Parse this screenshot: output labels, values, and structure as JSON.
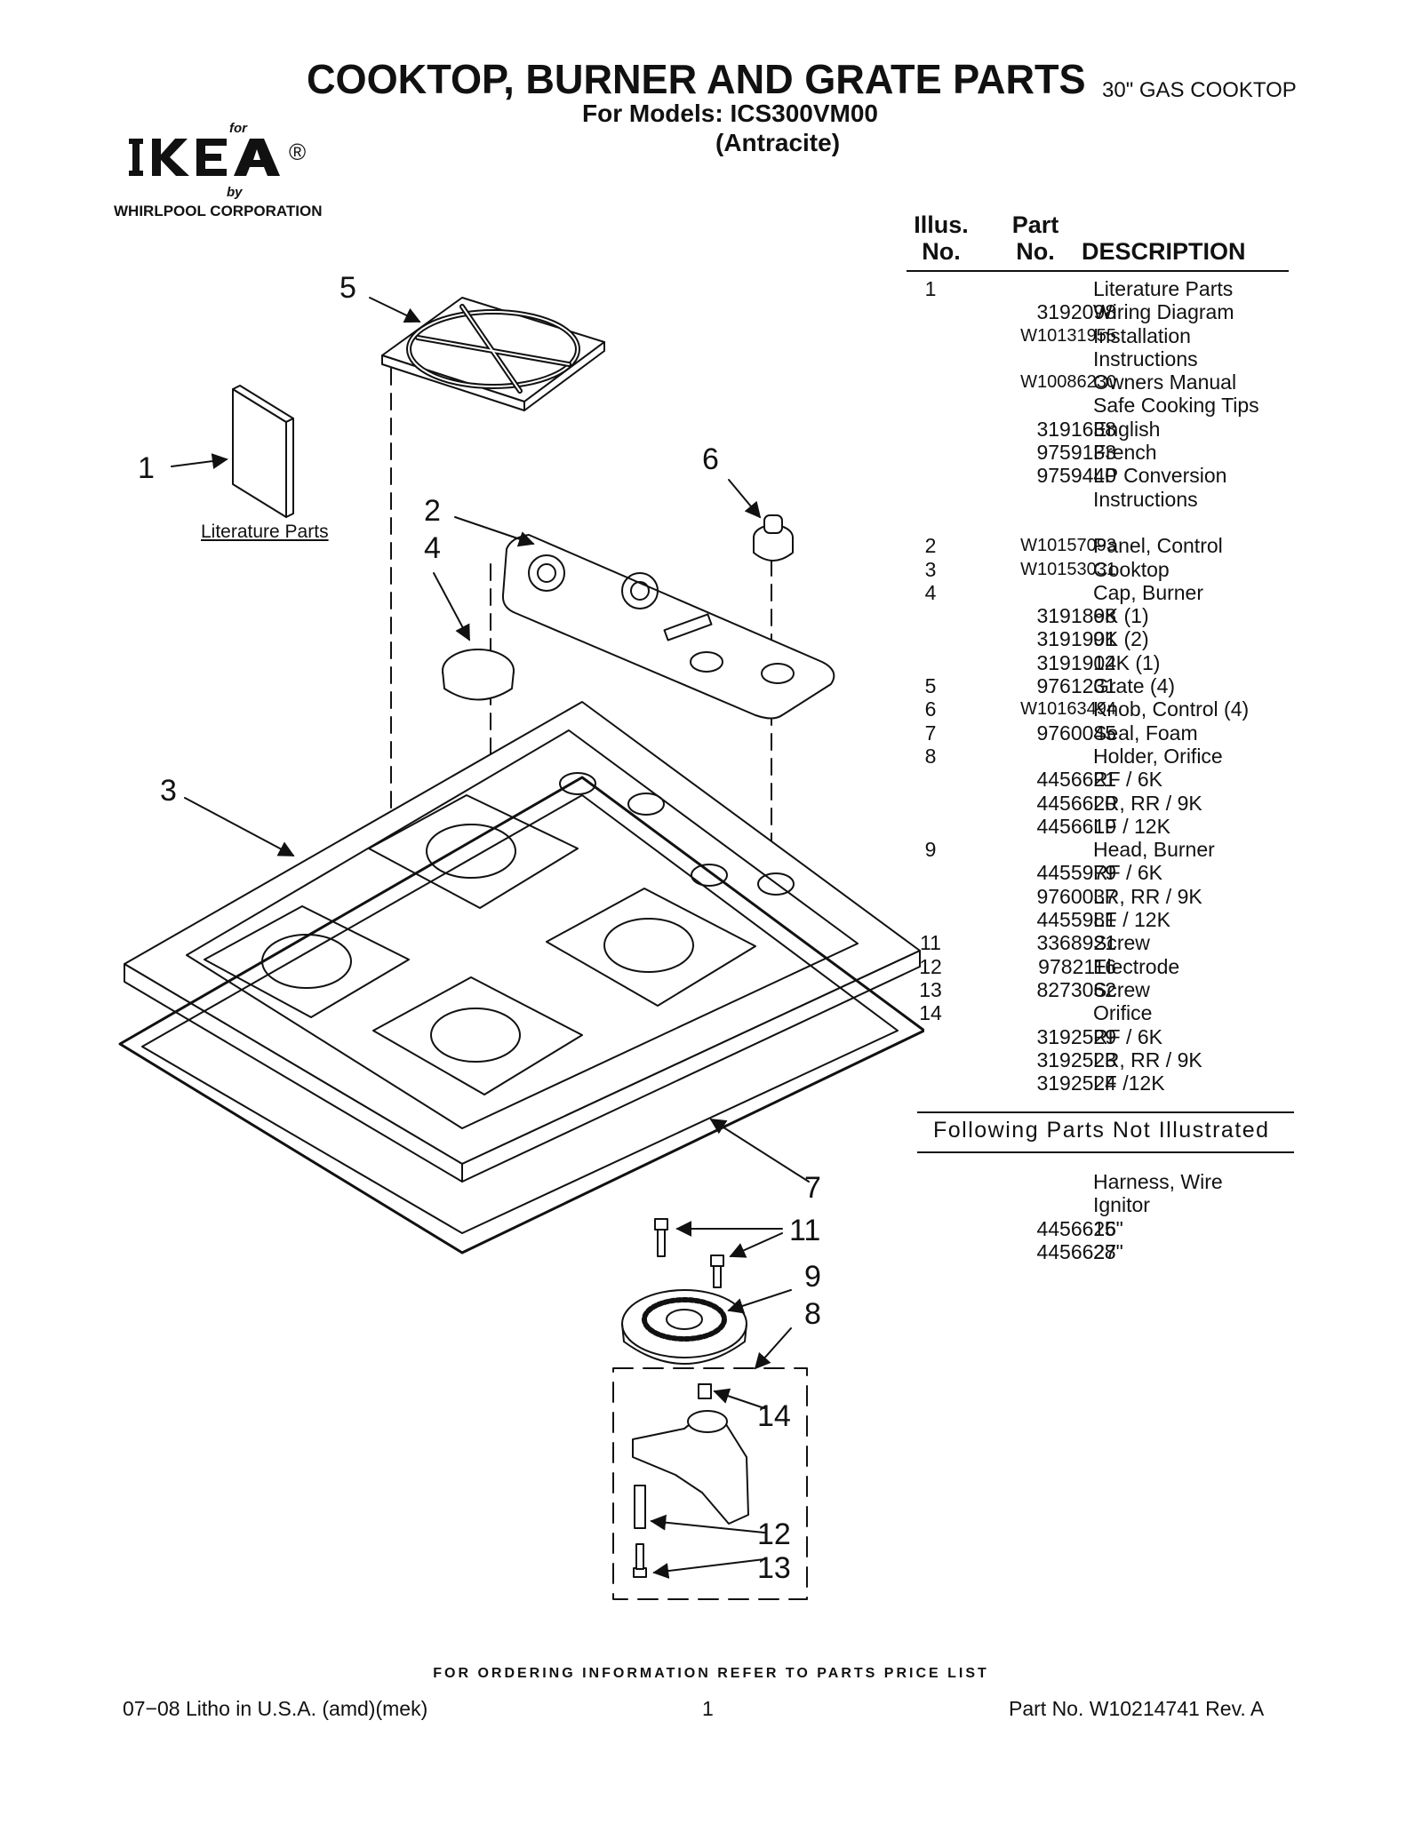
{
  "header": {
    "title": "COOKTOP, BURNER AND GRATE PARTS",
    "subtitle": "30\" GAS COOKTOP",
    "models": "For Models: ICS300VM00",
    "color": "(Antracite)"
  },
  "brand": {
    "for": "for",
    "logo": "IKEA",
    "registered": "®",
    "by": "by",
    "maker": "WHIRLPOOL  CORPORATION"
  },
  "table_header": {
    "illus": "Illus.\nNo.",
    "part": "Part\nNo.",
    "description": "DESCRIPTION"
  },
  "parts": [
    {
      "illus": "1",
      "part": "",
      "desc": "Literature Parts"
    },
    {
      "illus": "",
      "part": "3192098",
      "desc": "Wiring Diagram"
    },
    {
      "illus": "",
      "part": "W10131955",
      "desc": "Installation"
    },
    {
      "illus": "",
      "part": "",
      "desc": "Instructions"
    },
    {
      "illus": "",
      "part": "W10086230",
      "desc": "Owners Manual"
    },
    {
      "illus": "",
      "part": "",
      "desc": "Safe Cooking Tips"
    },
    {
      "illus": "",
      "part": "3191638",
      "desc": "English"
    },
    {
      "illus": "",
      "part": "9759133",
      "desc": "French"
    },
    {
      "illus": "",
      "part": "9759440",
      "desc": "LP Conversion"
    },
    {
      "illus": "",
      "part": "",
      "desc": "Instructions"
    },
    {
      "illus": "",
      "part": "",
      "desc": ""
    },
    {
      "illus": "2",
      "part": "W10157093",
      "desc": "Panel, Control"
    },
    {
      "illus": "3",
      "part": "W10153031",
      "desc": "Cooktop"
    },
    {
      "illus": "4",
      "part": "",
      "desc": "Cap, Burner"
    },
    {
      "illus": "",
      "part": "3191898",
      "desc": "6K (1)"
    },
    {
      "illus": "",
      "part": "3191901",
      "desc": "9K (2)"
    },
    {
      "illus": "",
      "part": "3191904",
      "desc": "12K (1)"
    },
    {
      "illus": "5",
      "part": "9761231",
      "desc": "Grate (4)"
    },
    {
      "illus": "6",
      "part": "W10163494",
      "desc": "Knob, Control (4)"
    },
    {
      "illus": "7",
      "part": "9760045",
      "desc": "Seal, Foam"
    },
    {
      "illus": "8",
      "part": "",
      "desc": "Holder, Orifice"
    },
    {
      "illus": "",
      "part": "4456621",
      "desc": "RF / 6K"
    },
    {
      "illus": "",
      "part": "4456620",
      "desc": "LR, RR / 9K"
    },
    {
      "illus": "",
      "part": "4456619",
      "desc": "LF / 12K"
    },
    {
      "illus": "9",
      "part": "",
      "desc": "Head, Burner"
    },
    {
      "illus": "",
      "part": "4455979",
      "desc": "RF / 6K"
    },
    {
      "illus": "",
      "part": "9760037",
      "desc": "LR, RR / 9K"
    },
    {
      "illus": "",
      "part": "4455981",
      "desc": "LF / 12K"
    },
    {
      "illus": "11",
      "part": "3368921",
      "desc": "Screw"
    },
    {
      "illus": "12",
      "part": "9782116",
      "desc": "Electrode"
    },
    {
      "illus": "13",
      "part": "8273062",
      "desc": "Screw"
    },
    {
      "illus": "14",
      "part": "",
      "desc": "Orifice"
    },
    {
      "illus": "",
      "part": "3192529",
      "desc": "RF / 6K"
    },
    {
      "illus": "",
      "part": "3192523",
      "desc": "LR, RR / 9K"
    },
    {
      "illus": "",
      "part": "3192524",
      "desc": "LF /12K"
    }
  ],
  "not_illustrated_label": "Following Parts Not Illustrated",
  "not_illustrated": [
    {
      "illus": "",
      "part": "",
      "desc": "Harness, Wire"
    },
    {
      "illus": "",
      "part": "",
      "desc": "Ignitor"
    },
    {
      "illus": "",
      "part": "4456626",
      "desc": "15\""
    },
    {
      "illus": "",
      "part": "4456627",
      "desc": "28\""
    }
  ],
  "diagram": {
    "callouts": {
      "c1": "1",
      "c2": "2",
      "c3": "3",
      "c4": "4",
      "c5": "5",
      "c6": "6",
      "c7": "7",
      "c8": "8",
      "c9": "9",
      "c11": "11",
      "c12": "12",
      "c13": "13",
      "c14": "14"
    },
    "literature_caption": "Literature Parts"
  },
  "footer": {
    "order_note": "FOR ORDERING INFORMATION REFER TO PARTS PRICE LIST",
    "litho": "07−08 Litho in U.S.A. (amd)(mek)",
    "page": "1",
    "part_no": "Part No. W10214741 Rev. A"
  }
}
